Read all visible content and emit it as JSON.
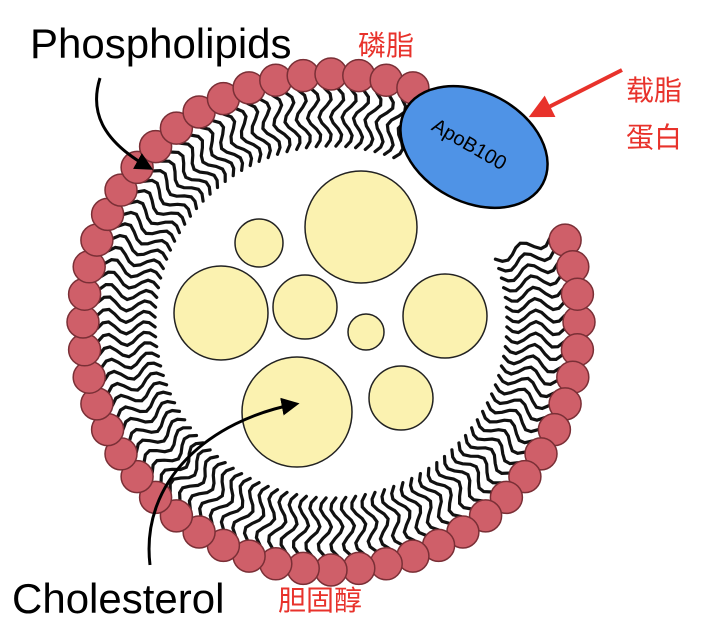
{
  "labels": {
    "phospholipids_en": "Phospholipids",
    "phospholipids_cn": "磷脂",
    "cholesterol_en": "Cholesterol",
    "cholesterol_cn": "胆固醇",
    "apoprotein_cn_line1": "载脂",
    "apoprotein_cn_line2": "蛋白",
    "apob": "ApoB100"
  },
  "colors": {
    "head": "#cf5f69",
    "head_stroke": "#7a2f36",
    "tail": "#111111",
    "core": "#fbf2b0",
    "core_stroke": "#222222",
    "apob": "#4f93e6",
    "cn_label": "#e8322b"
  }
}
